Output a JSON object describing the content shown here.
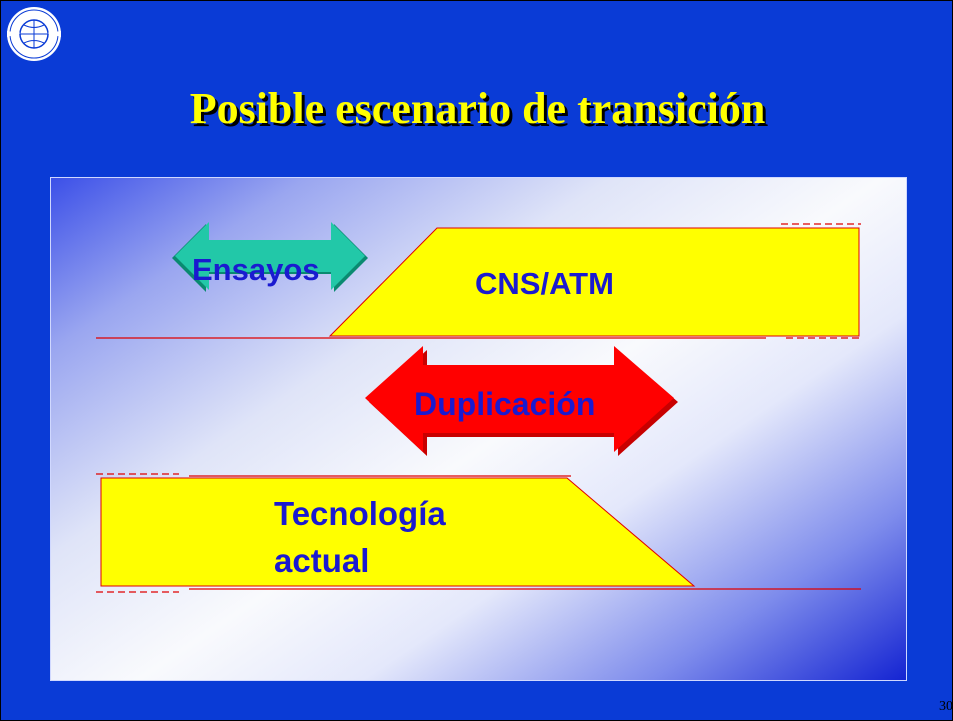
{
  "slide": {
    "title": "Posible escenario de transición",
    "page_number": "30"
  },
  "diagram": {
    "cns_atm_label": "CNS/ATM",
    "ensayos_label": "Ensayos",
    "duplicacion_label": "Duplicación",
    "tecnologia_label_line1": "Tecnología",
    "tecnologia_label_line2": "actual"
  },
  "colors": {
    "background": "#0a3bd6",
    "title": "#ffff00",
    "block_fill": "#ffff00",
    "ensayos_arrow": "#22c8a8",
    "duplicacion_arrow": "#ff0000",
    "label_text": "#1a1ad0",
    "timeline_line": "#e00000"
  },
  "icons": {
    "logo": "icao-emblem-icon"
  }
}
